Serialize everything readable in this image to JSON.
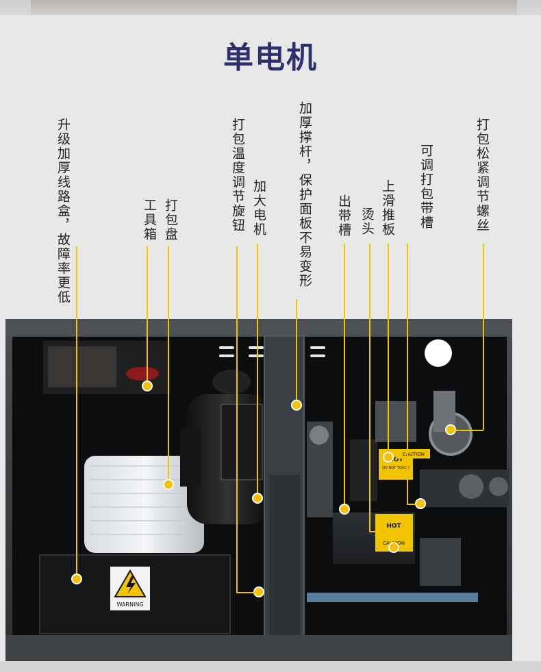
{
  "title": "单电机",
  "labels": [
    {
      "id": "wiring-box",
      "text": "升级加厚线路盒，故障率更低"
    },
    {
      "id": "toolbox",
      "text": "工具箱"
    },
    {
      "id": "strap-reel",
      "text": "打包盘"
    },
    {
      "id": "temp-knob",
      "text": "打包温度调节旋钮"
    },
    {
      "id": "motor",
      "text": "加大电机"
    },
    {
      "id": "support-rod",
      "text": "加厚撑杆，保护面板不易变形"
    },
    {
      "id": "strap-outlet",
      "text": "出带槽"
    },
    {
      "id": "heater",
      "text": "烫头"
    },
    {
      "id": "upper-slide",
      "text": "上滑推板"
    },
    {
      "id": "adjustable-slot",
      "text": "可调打包带槽"
    },
    {
      "id": "tension-screw",
      "text": "打包松紧调节螺丝"
    }
  ],
  "photo": {
    "warning_label": "WARNING",
    "hot_top": "HOT",
    "hot_top_sub": "DO NOT TOUCH",
    "caution_top": "CAUTION",
    "hot_bottom": "HOT",
    "caution_bottom": "CAUTION"
  },
  "colors": {
    "title": "#2d2f6e",
    "accent": "#f6c100",
    "frame": "#3a3d40"
  }
}
